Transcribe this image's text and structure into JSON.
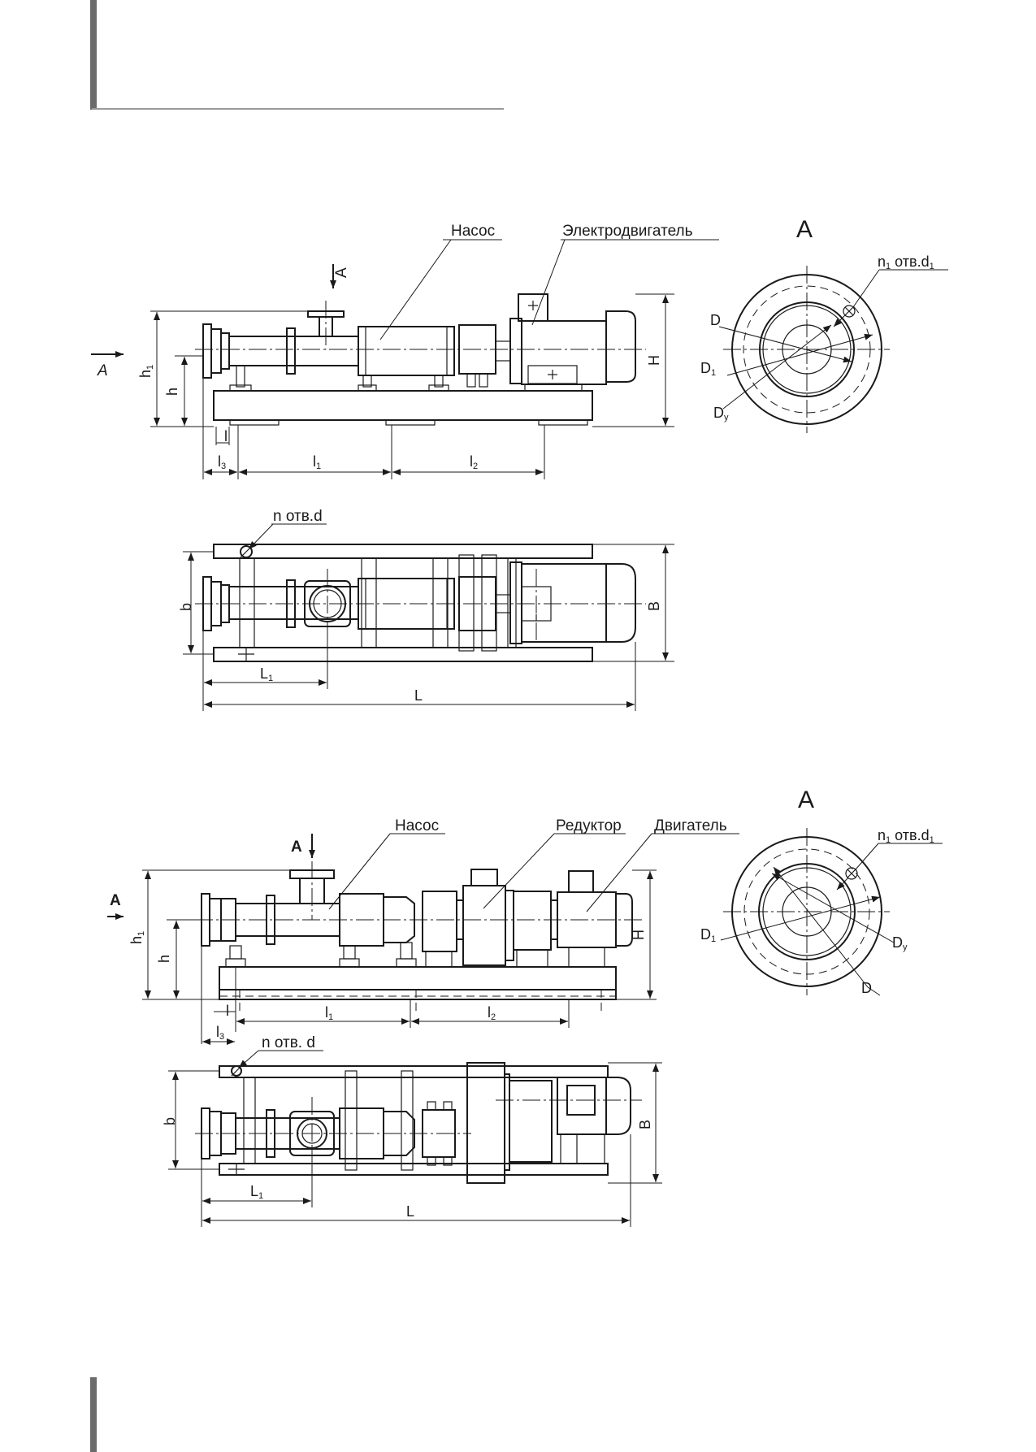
{
  "drawing1": {
    "label_pump": "Насос",
    "label_motor": "Электродвигатель",
    "section_letter": "A",
    "view_label": "A",
    "dims": {
      "H": "H",
      "h": "h",
      "h1_main": "h",
      "h1_sub": "1",
      "l": "l",
      "l1_main": "l",
      "l1_sub": "1",
      "l2_main": "l",
      "l2_sub": "2",
      "l3_main": "l",
      "l3_sub": "3",
      "b": "b",
      "B": "B",
      "L": "L",
      "L1_main": "L",
      "L1_sub": "1"
    },
    "holes_label": "n отв.d",
    "flange": {
      "title": "A",
      "holes_main": "n",
      "holes_sub": "1",
      "holes_rest": " отв.d",
      "holes_sub2": "1",
      "D": "D",
      "D1_main": "D",
      "D1_sub": "1",
      "Dy_main": "D",
      "Dy_sub": "y"
    }
  },
  "drawing2": {
    "label_pump": "Насос",
    "label_reducer": "Редуктор",
    "label_motor": "Двигатель",
    "section_letter": "A",
    "view_label": "A",
    "dims": {
      "H": "H",
      "h": "h",
      "h1_main": "h",
      "h1_sub": "1",
      "l": "l",
      "l1_main": "l",
      "l1_sub": "1",
      "l2_main": "l",
      "l2_sub": "2",
      "l3_main": "l",
      "l3_sub": "3",
      "b": "b",
      "B": "B",
      "L": "L",
      "L1_main": "L",
      "L1_sub": "1"
    },
    "holes_label": "n отв. d",
    "flange": {
      "title": "A",
      "holes_main": "n",
      "holes_sub": "1",
      "holes_rest": " отв.d",
      "holes_sub2": "1",
      "D": "D",
      "D1_main": "D",
      "D1_sub": "1",
      "Dy_main": "D",
      "Dy_sub": "y"
    }
  }
}
